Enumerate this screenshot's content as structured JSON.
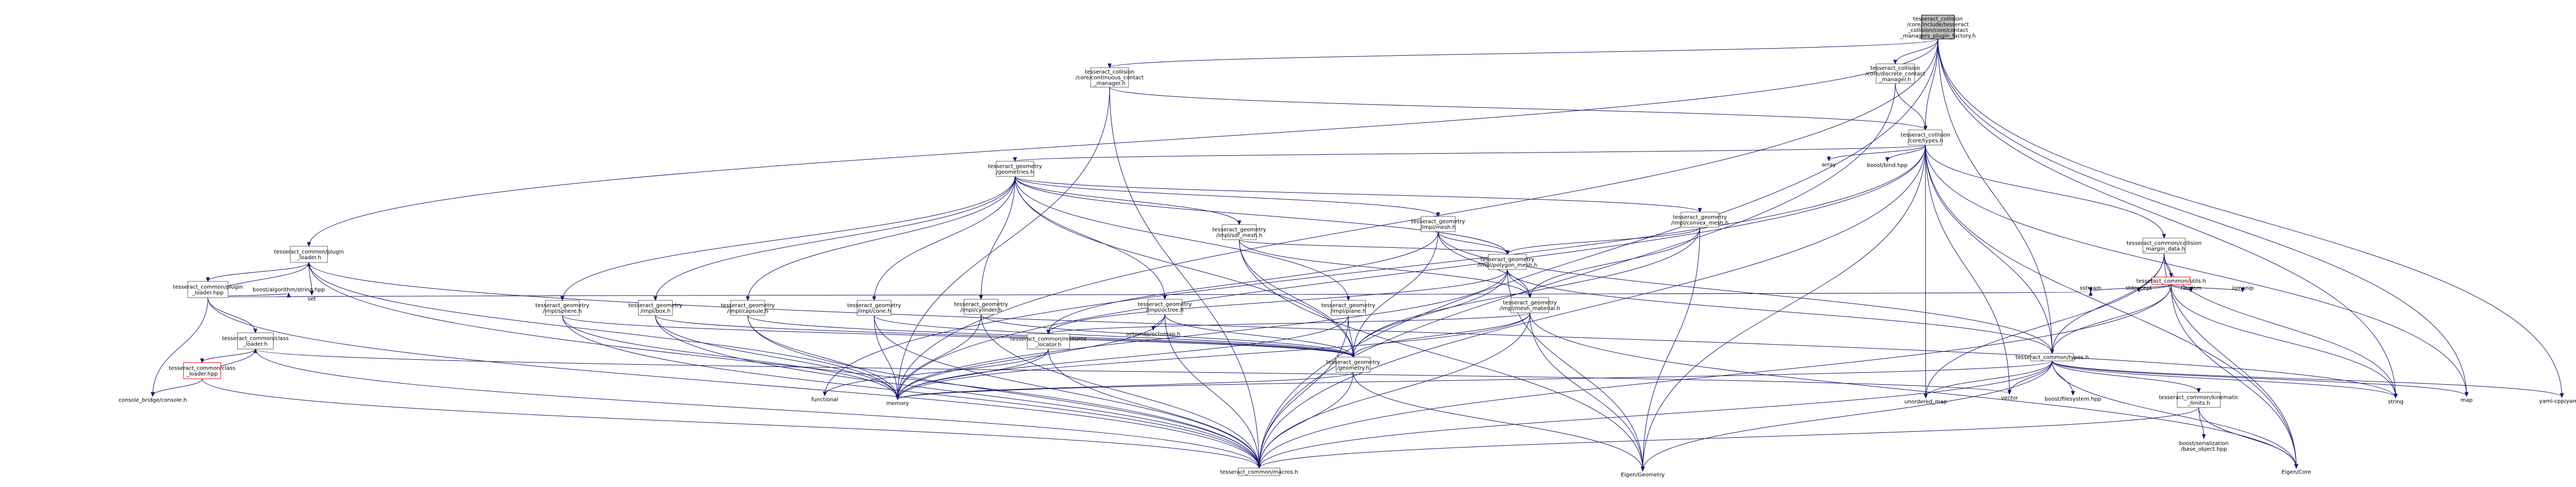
{
  "graph": {
    "nodes": [
      {
        "id": "root",
        "lines": [
          "tesseract_collision",
          "/core/include/tesseract",
          "_collision/core/contact",
          "_managers_plugin_factory.h"
        ],
        "style": "root"
      },
      {
        "id": "cont",
        "lines": [
          "tesseract_collision",
          "/core/continuous_contact",
          "_manager.h"
        ],
        "style": "box"
      },
      {
        "id": "disc",
        "lines": [
          "tesseract_collision",
          "/core/discrete_contact",
          "_manager.h"
        ],
        "style": "box"
      },
      {
        "id": "types",
        "lines": [
          "tesseract_collision",
          "/core/types.h"
        ],
        "style": "box"
      },
      {
        "id": "geoms",
        "lines": [
          "tesseract_geometry",
          "/geometries.h"
        ],
        "style": "box"
      },
      {
        "id": "plugin",
        "lines": [
          "tesseract_common/plugin",
          "_loader.h"
        ],
        "style": "box"
      },
      {
        "id": "pluginhpp",
        "lines": [
          "tesseract_common/plugin",
          "_loader.hpp"
        ],
        "style": "box"
      },
      {
        "id": "classloader",
        "lines": [
          "tesseract_common/class",
          "_loader.h"
        ],
        "style": "box"
      },
      {
        "id": "classhpp",
        "lines": [
          "tesseract_common/class",
          "_loader.hpp"
        ],
        "style": "red"
      },
      {
        "id": "sdf",
        "lines": [
          "tesseract_geometry",
          "/impl/sdf_mesh.h"
        ],
        "style": "box"
      },
      {
        "id": "mesh",
        "lines": [
          "tesseract_geometry",
          "/impl/mesh.h"
        ],
        "style": "box"
      },
      {
        "id": "convex",
        "lines": [
          "tesseract_geometry",
          "/impl/convex_mesh.h"
        ],
        "style": "box"
      },
      {
        "id": "polygon",
        "lines": [
          "tesseract_geometry",
          "/impl/polygon_mesh.h"
        ],
        "style": "box"
      },
      {
        "id": "meshmat",
        "lines": [
          "tesseract_geometry",
          "/impl/mesh_material.h"
        ],
        "style": "box"
      },
      {
        "id": "resloc",
        "lines": [
          "tesseract_common/resource",
          "_locator.h"
        ],
        "style": "box"
      },
      {
        "id": "octree",
        "lines": [
          "tesseract_geometry",
          "/impl/octree.h"
        ],
        "style": "box"
      },
      {
        "id": "plane",
        "lines": [
          "tesseract_geometry",
          "/impl/plane.h"
        ],
        "style": "box"
      },
      {
        "id": "cylinder",
        "lines": [
          "tesseract_geometry",
          "/impl/cylinder.h"
        ],
        "style": "box"
      },
      {
        "id": "cone",
        "lines": [
          "tesseract_geometry",
          "/impl/cone.h"
        ],
        "style": "box"
      },
      {
        "id": "capsule",
        "lines": [
          "tesseract_geometry",
          "/impl/capsule.h"
        ],
        "style": "box"
      },
      {
        "id": "box",
        "lines": [
          "tesseract_geometry",
          "/impl/box.h"
        ],
        "style": "box"
      },
      {
        "id": "sphere",
        "lines": [
          "tesseract_geometry",
          "/impl/sphere.h"
        ],
        "style": "box"
      },
      {
        "id": "geometry",
        "lines": [
          "tesseract_geometry",
          "/geometry.h"
        ],
        "style": "box"
      },
      {
        "id": "margin",
        "lines": [
          "tesseract_common/collision",
          "_margin_data.h"
        ],
        "style": "box"
      },
      {
        "id": "utils",
        "lines": [
          "tesseract_common/utils.h"
        ],
        "style": "red"
      },
      {
        "id": "ctypes",
        "lines": [
          "tesseract_common/types.h"
        ],
        "style": "box"
      },
      {
        "id": "kin",
        "lines": [
          "tesseract_common/kinematic",
          "_limits.h"
        ],
        "style": "box"
      },
      {
        "id": "macros",
        "lines": [
          "tesseract_common/macros.h"
        ],
        "style": "box"
      },
      {
        "id": "eigengeo",
        "lines": [
          "Eigen/Geometry"
        ],
        "style": "plain"
      },
      {
        "id": "eigencore",
        "lines": [
          "Eigen/Core"
        ],
        "style": "plain"
      },
      {
        "id": "boostser",
        "lines": [
          "boost/serialization",
          "/base_object.hpp"
        ],
        "style": "plain"
      },
      {
        "id": "boostfs",
        "lines": [
          "boost/filesystem.hpp"
        ],
        "style": "plain"
      },
      {
        "id": "umap",
        "lines": [
          "unordered_map"
        ],
        "style": "plain"
      },
      {
        "id": "vector",
        "lines": [
          "vector"
        ],
        "style": "plain"
      },
      {
        "id": "memory",
        "lines": [
          "memory"
        ],
        "style": "plain"
      },
      {
        "id": "functional",
        "lines": [
          "functional"
        ],
        "style": "plain"
      },
      {
        "id": "octomap",
        "lines": [
          "octomap/octomap.h"
        ],
        "style": "plain"
      },
      {
        "id": "string",
        "lines": [
          "string"
        ],
        "style": "plain"
      },
      {
        "id": "map",
        "lines": [
          "map"
        ],
        "style": "plain"
      },
      {
        "id": "yaml",
        "lines": [
          "yaml-cpp/yaml.h"
        ],
        "style": "plain"
      },
      {
        "id": "array",
        "lines": [
          "array"
        ],
        "style": "plain"
      },
      {
        "id": "boostbind",
        "lines": [
          "boost/bind.hpp"
        ],
        "style": "plain"
      },
      {
        "id": "set",
        "lines": [
          "set"
        ],
        "style": "plain"
      },
      {
        "id": "sstream",
        "lines": [
          "sstream"
        ],
        "style": "plain"
      },
      {
        "id": "boostalgo",
        "lines": [
          "boost/algorithm/string.hpp"
        ],
        "style": "plain"
      },
      {
        "id": "console",
        "lines": [
          "console_bridge/console.h"
        ],
        "style": "plain"
      },
      {
        "id": "stdexcept",
        "lines": [
          "stdexcept"
        ],
        "style": "plain"
      },
      {
        "id": "random",
        "lines": [
          "random"
        ],
        "style": "plain"
      },
      {
        "id": "iomanip",
        "lines": [
          "iomanip"
        ],
        "style": "plain"
      }
    ],
    "edges": [
      [
        "root",
        "cont"
      ],
      [
        "root",
        "disc"
      ],
      [
        "root",
        "plugin"
      ],
      [
        "root",
        "types"
      ],
      [
        "root",
        "ctypes"
      ],
      [
        "root",
        "macros"
      ],
      [
        "root",
        "memory"
      ],
      [
        "root",
        "string"
      ],
      [
        "root",
        "map"
      ],
      [
        "root",
        "yaml"
      ],
      [
        "cont",
        "types"
      ],
      [
        "cont",
        "memory"
      ],
      [
        "cont",
        "macros"
      ],
      [
        "disc",
        "types"
      ],
      [
        "disc",
        "macros"
      ],
      [
        "types",
        "geoms"
      ],
      [
        "types",
        "margin"
      ],
      [
        "types",
        "ctypes"
      ],
      [
        "types",
        "array"
      ],
      [
        "types",
        "boostbind"
      ],
      [
        "types",
        "umap"
      ],
      [
        "types",
        "vector"
      ],
      [
        "types",
        "memory"
      ],
      [
        "types",
        "functional"
      ],
      [
        "types",
        "macros"
      ],
      [
        "types",
        "map"
      ],
      [
        "types",
        "eigengeo"
      ],
      [
        "types",
        "eigencore"
      ],
      [
        "geoms",
        "sdf"
      ],
      [
        "geoms",
        "mesh"
      ],
      [
        "geoms",
        "convex"
      ],
      [
        "geoms",
        "polygon"
      ],
      [
        "geoms",
        "octree"
      ],
      [
        "geoms",
        "plane"
      ],
      [
        "geoms",
        "cylinder"
      ],
      [
        "geoms",
        "cone"
      ],
      [
        "geoms",
        "capsule"
      ],
      [
        "geoms",
        "box"
      ],
      [
        "geoms",
        "sphere"
      ],
      [
        "geoms",
        "geometry"
      ],
      [
        "plugin",
        "pluginhpp"
      ],
      [
        "plugin",
        "set"
      ],
      [
        "plugin",
        "string"
      ],
      [
        "plugin",
        "memory"
      ],
      [
        "plugin",
        "macros"
      ],
      [
        "pluginhpp",
        "plugin"
      ],
      [
        "pluginhpp",
        "sstream"
      ],
      [
        "pluginhpp",
        "boostalgo"
      ],
      [
        "pluginhpp",
        "console"
      ],
      [
        "pluginhpp",
        "classloader"
      ],
      [
        "pluginhpp",
        "macros"
      ],
      [
        "classloader",
        "classhpp"
      ],
      [
        "classloader",
        "vector"
      ],
      [
        "classloader",
        "macros"
      ],
      [
        "classhpp",
        "classloader"
      ],
      [
        "classhpp",
        "console"
      ],
      [
        "classhpp",
        "macros"
      ],
      [
        "sdf",
        "polygon"
      ],
      [
        "sdf",
        "meshmat"
      ],
      [
        "sdf",
        "geometry"
      ],
      [
        "sdf",
        "eigengeo"
      ],
      [
        "mesh",
        "polygon"
      ],
      [
        "mesh",
        "meshmat"
      ],
      [
        "mesh",
        "geometry"
      ],
      [
        "mesh",
        "resloc"
      ],
      [
        "mesh",
        "ctypes"
      ],
      [
        "convex",
        "polygon"
      ],
      [
        "convex",
        "meshmat"
      ],
      [
        "convex",
        "geometry"
      ],
      [
        "convex",
        "eigengeo"
      ],
      [
        "polygon",
        "geometry"
      ],
      [
        "polygon",
        "meshmat"
      ],
      [
        "polygon",
        "resloc"
      ],
      [
        "polygon",
        "ctypes"
      ],
      [
        "polygon",
        "eigengeo"
      ],
      [
        "polygon",
        "memory"
      ],
      [
        "meshmat",
        "resloc"
      ],
      [
        "meshmat",
        "geometry"
      ],
      [
        "meshmat",
        "eigengeo"
      ],
      [
        "meshmat",
        "eigencore"
      ],
      [
        "meshmat",
        "macros"
      ],
      [
        "meshmat",
        "memory"
      ],
      [
        "resloc",
        "functional"
      ],
      [
        "resloc",
        "memory"
      ],
      [
        "resloc",
        "macros"
      ],
      [
        "octree",
        "geometry"
      ],
      [
        "octree",
        "octomap"
      ],
      [
        "octree",
        "macros"
      ],
      [
        "octree",
        "memory"
      ],
      [
        "plane",
        "geometry"
      ],
      [
        "plane",
        "memory"
      ],
      [
        "plane",
        "macros"
      ],
      [
        "cylinder",
        "geometry"
      ],
      [
        "cylinder",
        "memory"
      ],
      [
        "cylinder",
        "macros"
      ],
      [
        "cone",
        "geometry"
      ],
      [
        "cone",
        "memory"
      ],
      [
        "cone",
        "macros"
      ],
      [
        "capsule",
        "geometry"
      ],
      [
        "capsule",
        "memory"
      ],
      [
        "capsule",
        "macros"
      ],
      [
        "box",
        "geometry"
      ],
      [
        "box",
        "memory"
      ],
      [
        "box",
        "macros"
      ],
      [
        "sphere",
        "geometry"
      ],
      [
        "sphere",
        "memory"
      ],
      [
        "sphere",
        "macros"
      ],
      [
        "geometry",
        "memory"
      ],
      [
        "geometry",
        "macros"
      ],
      [
        "geometry",
        "eigengeo"
      ],
      [
        "margin",
        "ctypes"
      ],
      [
        "margin",
        "utils"
      ],
      [
        "margin",
        "umap"
      ],
      [
        "margin",
        "string"
      ],
      [
        "margin",
        "eigencore"
      ],
      [
        "utils",
        "ctypes"
      ],
      [
        "utils",
        "sstream"
      ],
      [
        "utils",
        "stdexcept"
      ],
      [
        "utils",
        "random"
      ],
      [
        "utils",
        "iomanip"
      ],
      [
        "utils",
        "string"
      ],
      [
        "utils",
        "eigencore"
      ],
      [
        "utils",
        "macros"
      ],
      [
        "ctypes",
        "kin"
      ],
      [
        "ctypes",
        "vector"
      ],
      [
        "ctypes",
        "memory"
      ],
      [
        "ctypes",
        "umap"
      ],
      [
        "ctypes",
        "boostfs"
      ],
      [
        "ctypes",
        "string"
      ],
      [
        "ctypes",
        "map"
      ],
      [
        "ctypes",
        "eigengeo"
      ],
      [
        "ctypes",
        "eigencore"
      ],
      [
        "ctypes",
        "yaml"
      ],
      [
        "ctypes",
        "macros"
      ],
      [
        "kin",
        "boostser"
      ],
      [
        "kin",
        "eigencore"
      ],
      [
        "kin",
        "macros"
      ]
    ]
  }
}
